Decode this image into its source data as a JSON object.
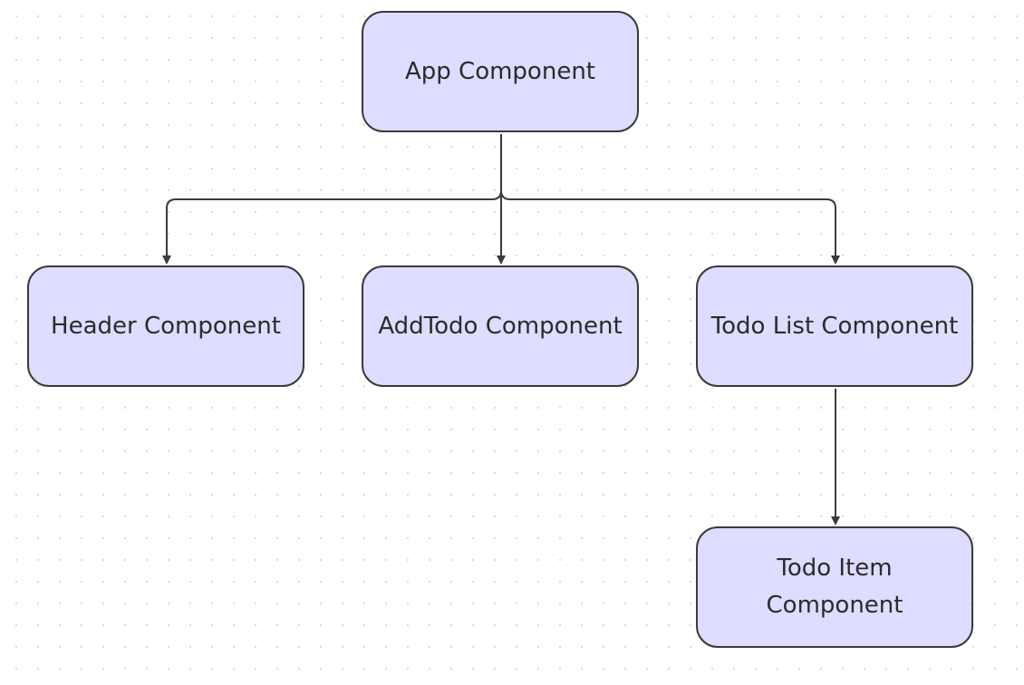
{
  "diagram": {
    "nodes": [
      {
        "id": "app",
        "label": "App Component"
      },
      {
        "id": "header",
        "label": "Header Component"
      },
      {
        "id": "addtodo",
        "label": "AddTodo Component"
      },
      {
        "id": "todolist",
        "label": "Todo List Component"
      },
      {
        "id": "todoitem",
        "label": "Todo Item Component"
      }
    ],
    "edges": [
      {
        "from": "app",
        "to": "header"
      },
      {
        "from": "app",
        "to": "addtodo"
      },
      {
        "from": "app",
        "to": "todolist"
      },
      {
        "from": "todolist",
        "to": "todoitem"
      }
    ],
    "colors": {
      "node_fill": "#dedcff",
      "node_border": "#3a3a3a",
      "edge": "#3a3a3a",
      "text": "#2b2b2b"
    }
  }
}
